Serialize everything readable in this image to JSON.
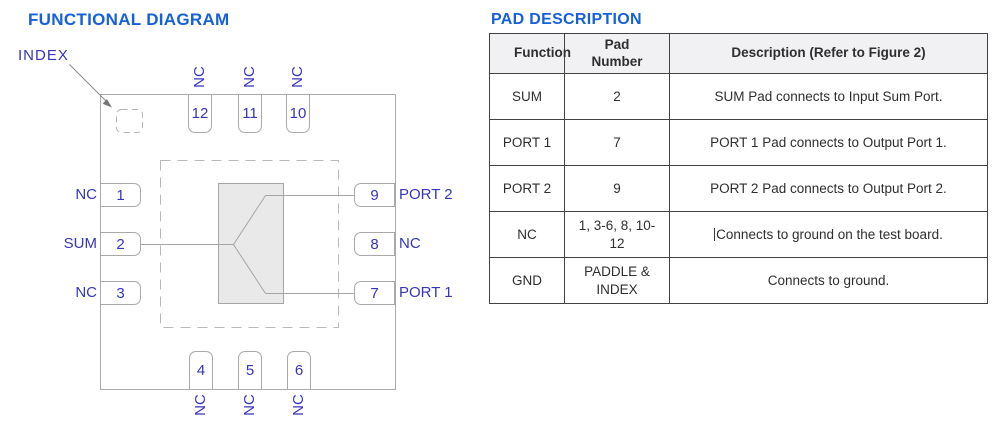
{
  "functional_diagram": {
    "title": "FUNCTIONAL DIAGRAM",
    "index_label": "INDEX",
    "pins": {
      "top": [
        {
          "num": "12",
          "label": "NC"
        },
        {
          "num": "11",
          "label": "NC"
        },
        {
          "num": "10",
          "label": "NC"
        }
      ],
      "bottom": [
        {
          "num": "4",
          "label": "NC"
        },
        {
          "num": "5",
          "label": "NC"
        },
        {
          "num": "6",
          "label": "NC"
        }
      ],
      "left": [
        {
          "num": "1",
          "label": "NC"
        },
        {
          "num": "2",
          "label": "SUM"
        },
        {
          "num": "3",
          "label": "NC"
        }
      ],
      "right": [
        {
          "num": "9",
          "label": "PORT 2"
        },
        {
          "num": "8",
          "label": "NC"
        },
        {
          "num": "7",
          "label": "PORT 1"
        }
      ]
    }
  },
  "pad_description": {
    "title": "PAD DESCRIPTION",
    "table": {
      "headers": [
        "Function",
        "Pad Number",
        "Description (Refer to Figure 2)"
      ],
      "rows": [
        {
          "function": "SUM",
          "pad": "2",
          "description": "SUM Pad connects to Input Sum Port.",
          "caret": false
        },
        {
          "function": "PORT 1",
          "pad": "7",
          "description": "PORT 1 Pad connects to Output Port 1.",
          "caret": false
        },
        {
          "function": "PORT 2",
          "pad": "9",
          "description": "PORT 2 Pad connects to Output Port 2.",
          "caret": false
        },
        {
          "function": "NC",
          "pad": "1, 3-6, 8, 10-12",
          "description": "Connects to ground on the test board.",
          "caret": true
        },
        {
          "function": "GND",
          "pad": "PADDLE & INDEX",
          "description": "Connects to ground.",
          "caret": false
        }
      ]
    }
  },
  "colors": {
    "heading_blue": "#1660d9",
    "diagram_label_blue": "#3535bd",
    "diagram_line_gray": "#a5a5a5",
    "table_border": "#434343",
    "table_header_bg": "#f1f1f4",
    "splitter_fill": "#e9e9e9"
  }
}
